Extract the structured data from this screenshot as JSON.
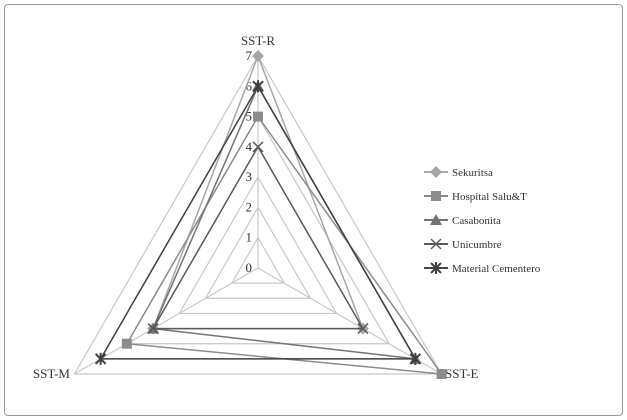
{
  "chart_data": {
    "type": "radar",
    "axes": [
      "SST-R",
      "SST-E",
      "SST-M"
    ],
    "rlim": [
      0,
      7
    ],
    "ticks": [
      "0",
      "1",
      "2",
      "3",
      "4",
      "5",
      "6",
      "7"
    ],
    "legend_position": "right",
    "series": [
      {
        "name": "Sekuritsa",
        "values": [
          7,
          4,
          4
        ],
        "color": "#a6a6a6",
        "marker": "diamond"
      },
      {
        "name": "Hospital Salu&T",
        "values": [
          5,
          7,
          5
        ],
        "color": "#8c8c8c",
        "marker": "square"
      },
      {
        "name": "Casabonita",
        "values": [
          6,
          6,
          4
        ],
        "color": "#737373",
        "marker": "triangle"
      },
      {
        "name": "Unicumbre",
        "values": [
          4,
          4,
          4
        ],
        "color": "#595959",
        "marker": "x"
      },
      {
        "name": "Material Cementero",
        "values": [
          6,
          6,
          6
        ],
        "color": "#404040",
        "marker": "star"
      }
    ]
  }
}
